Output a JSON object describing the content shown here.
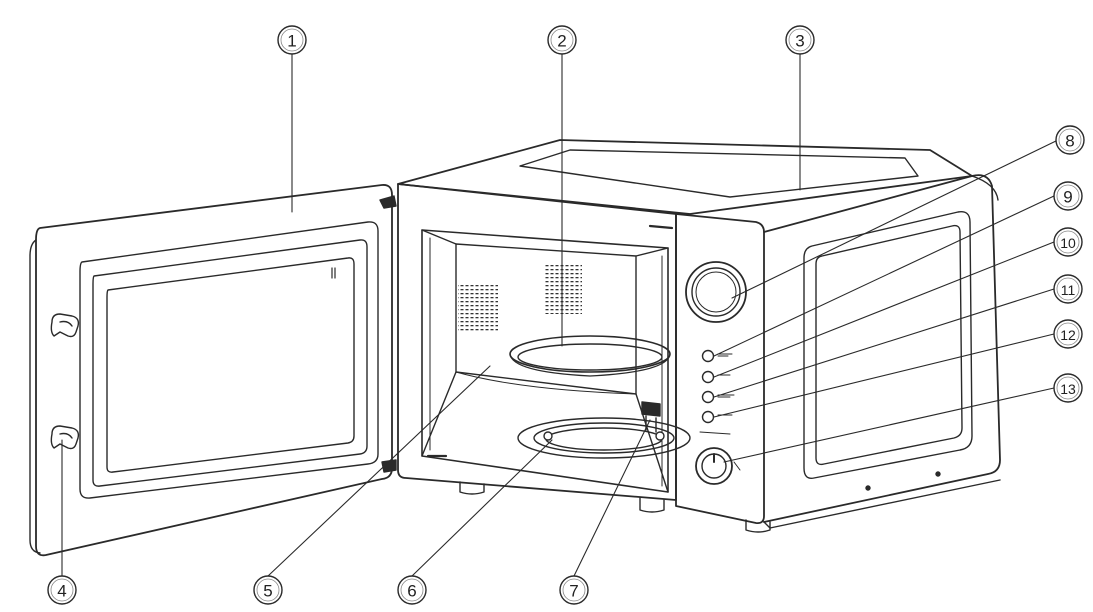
{
  "diagram": {
    "callouts": [
      {
        "id": "1",
        "label": "1"
      },
      {
        "id": "2",
        "label": "2"
      },
      {
        "id": "3",
        "label": "3"
      },
      {
        "id": "4",
        "label": "4"
      },
      {
        "id": "5",
        "label": "5"
      },
      {
        "id": "6",
        "label": "6"
      },
      {
        "id": "7",
        "label": "7"
      },
      {
        "id": "8",
        "label": "8"
      },
      {
        "id": "9",
        "label": "9"
      },
      {
        "id": "10",
        "label": "10"
      },
      {
        "id": "11",
        "label": "11"
      },
      {
        "id": "12",
        "label": "12"
      },
      {
        "id": "13",
        "label": "13"
      }
    ],
    "line_color": "#2a2a2a",
    "background": "#ffffff"
  }
}
